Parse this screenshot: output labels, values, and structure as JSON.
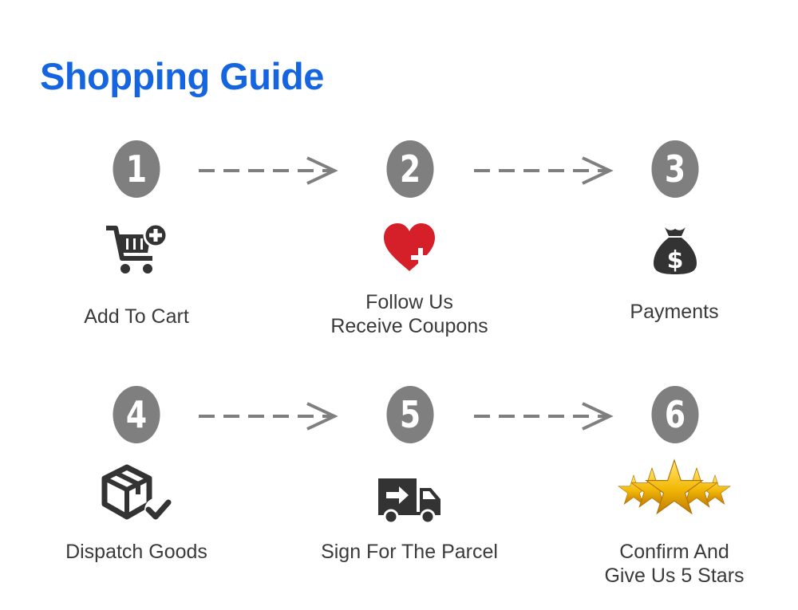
{
  "title": "Shopping Guide",
  "colors": {
    "title": "#1565e0",
    "circle": "#7f7f7f",
    "icon": "#333333",
    "heart": "#d5202a",
    "star": "#f2b705",
    "arrow": "#7f7f7f"
  },
  "steps": [
    {
      "number": "1",
      "icon": "cart-plus-icon",
      "lines": [
        "Add To Cart"
      ]
    },
    {
      "number": "2",
      "icon": "heart-plus-icon",
      "lines": [
        "Follow Us",
        "Receive Coupons"
      ]
    },
    {
      "number": "3",
      "icon": "money-bag-icon",
      "lines": [
        "Payments"
      ]
    },
    {
      "number": "4",
      "icon": "box-check-icon",
      "lines": [
        "Dispatch Goods"
      ]
    },
    {
      "number": "5",
      "icon": "delivery-truck-icon",
      "lines": [
        "Sign For The Parcel"
      ]
    },
    {
      "number": "6",
      "icon": "five-stars-icon",
      "lines": [
        "Confirm And",
        "Give Us 5 Stars"
      ]
    }
  ]
}
